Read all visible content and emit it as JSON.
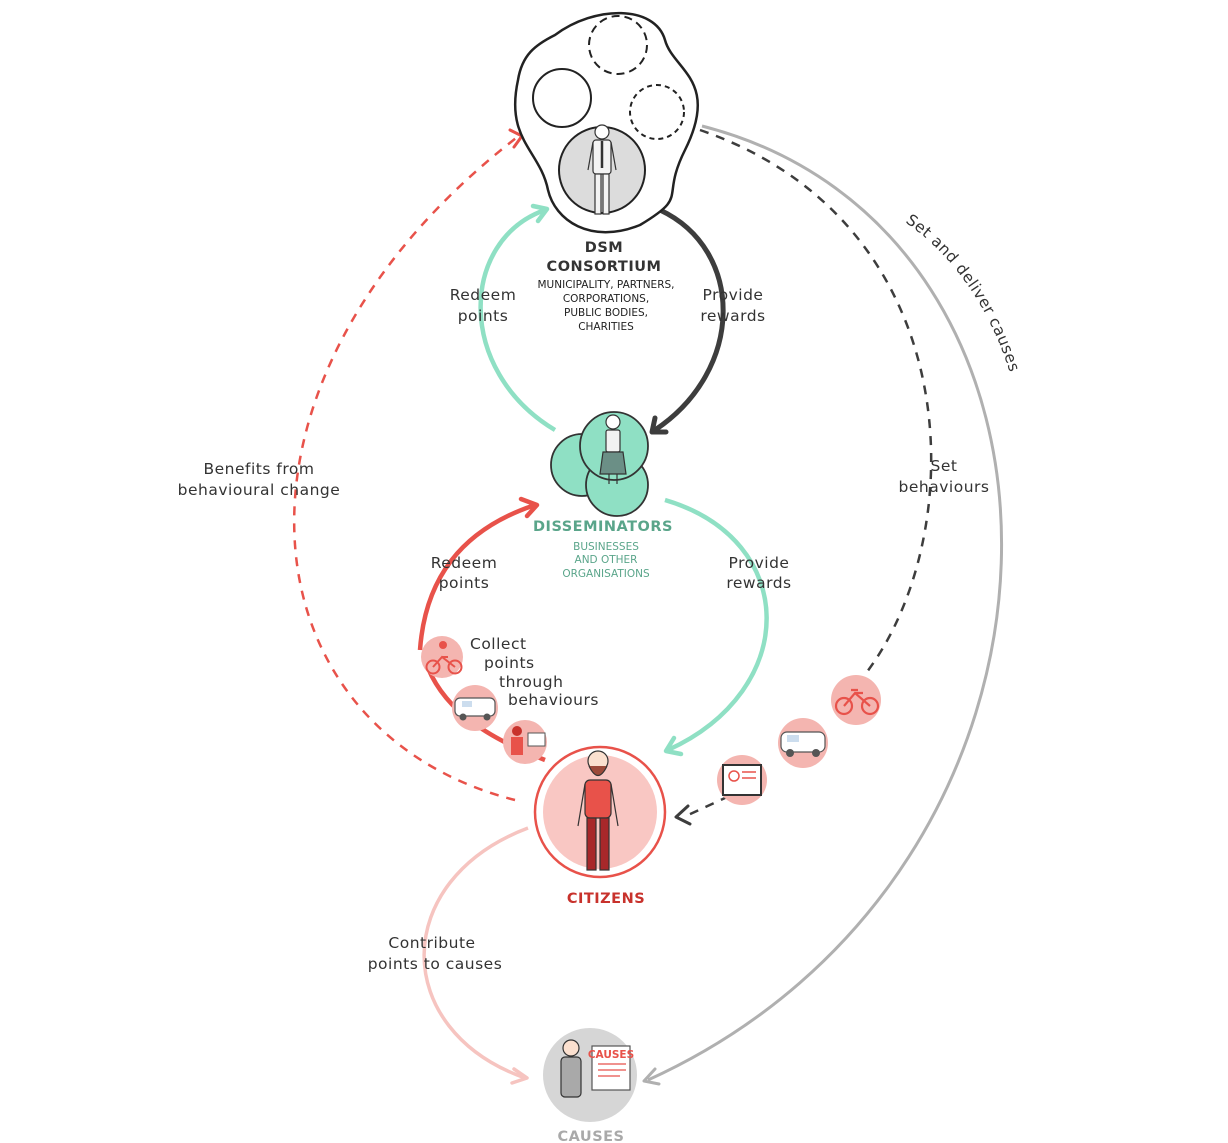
{
  "colors": {
    "red": "#e8524a",
    "dark": "#3d3d3d",
    "mint": "#8fe0c4",
    "grey": "#b0b0b0",
    "pink": "#f6c4c0",
    "disseminator_text": "#5aa58a",
    "citizens_text": "#c8322c",
    "causes_text": "#a9a9a9"
  },
  "nodes": {
    "consortium": {
      "title_1": "DSM",
      "title_2": "CONSORTIUM",
      "sub_1": "MUNICIPALITY, PARTNERS,",
      "sub_2": "CORPORATIONS,",
      "sub_3": "PUBLIC BODIES,",
      "sub_4": "CHARITIES"
    },
    "disseminators": {
      "title": "DISSEMINATORS",
      "sub_1": "BUSINESSES",
      "sub_2": "AND OTHER",
      "sub_3": "ORGANISATIONS"
    },
    "citizens": {
      "title": "CITIZENS"
    },
    "causes": {
      "title": "CAUSES",
      "board_title": "CAUSES"
    }
  },
  "flows": {
    "redeem_top_1": "Redeem",
    "redeem_top_2": "points",
    "provide_top_1": "Provide",
    "provide_top_2": "rewards",
    "redeem_mid_1": "Redeem",
    "redeem_mid_2": "points",
    "provide_mid_1": "Provide",
    "provide_mid_2": "rewards",
    "collect_1": "Collect",
    "collect_2": "points",
    "collect_3": "through",
    "collect_4": "behaviours",
    "benefits_1": "Benefits from",
    "benefits_2": "behavioural change",
    "set_1": "Set",
    "set_2": "behaviours",
    "set_deliver": "Set and deliver causes",
    "contribute_1": "Contribute",
    "contribute_2": "points to causes"
  },
  "icons": [
    "bicycle-icon",
    "car-icon",
    "save-energy-icon",
    "person-icon"
  ]
}
